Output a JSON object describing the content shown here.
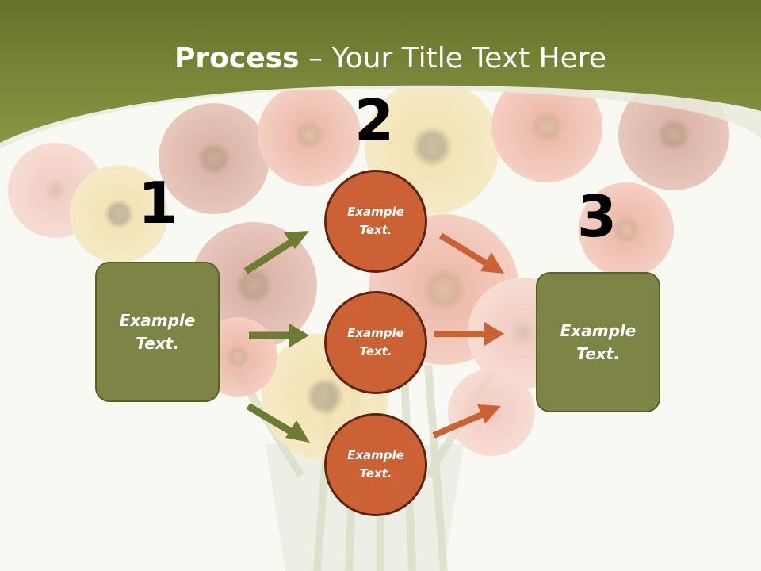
{
  "slide": {
    "title_bold": "Process",
    "title_rest": " – Your Title Text Here"
  },
  "steps": {
    "one": "1",
    "two": "2",
    "three": "3"
  },
  "left_box": {
    "text": "Example\nText."
  },
  "right_box": {
    "text": "Example\nText."
  },
  "circles": [
    {
      "text": "Example\nText."
    },
    {
      "text": "Example\nText."
    },
    {
      "text": "Example\nText."
    }
  ],
  "colors": {
    "header_green": "#7e8a37",
    "box_green": "#7d8446",
    "circle_orange": "#cc6233",
    "arrow_green": "#6e7b32",
    "arrow_orange": "#cc6233"
  }
}
